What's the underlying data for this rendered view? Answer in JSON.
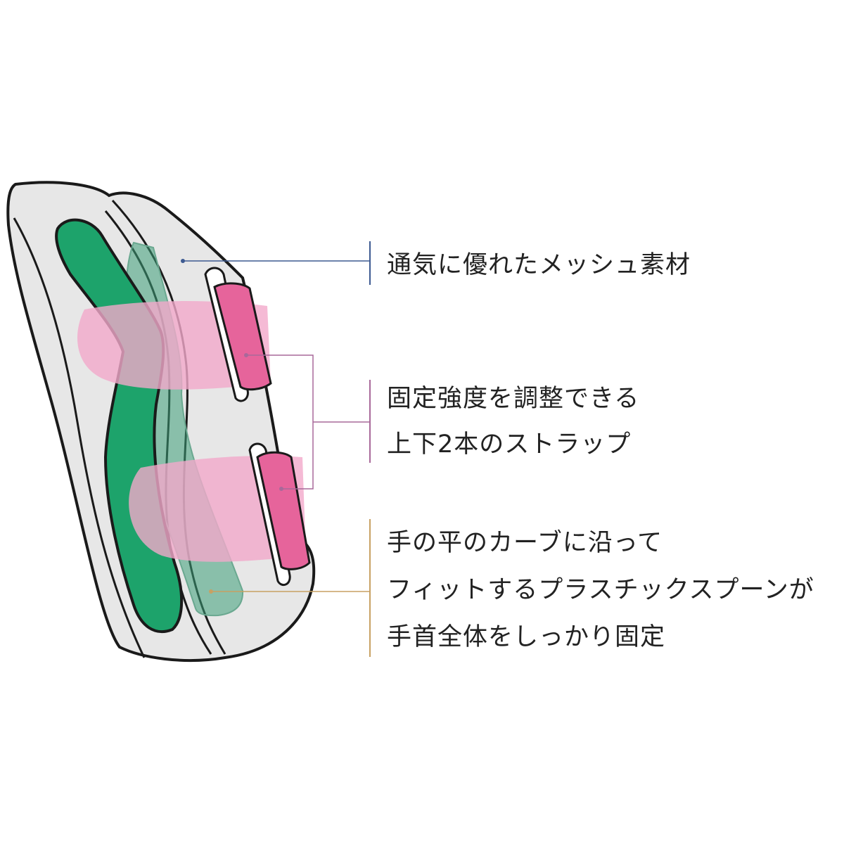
{
  "colors": {
    "mesh": "#e7e7e7",
    "outline": "#1a1a1a",
    "splint_green": "#1da36b",
    "strap_pink": "#f2a9cb",
    "tab_pink": "#e6649b",
    "mesh_line": "#3d5a91",
    "strap_line": "#a8699a",
    "spoon_line": "#c8a163"
  },
  "callouts": [
    {
      "id": "mesh",
      "lines": [
        "通気に優れたメッシュ素材"
      ]
    },
    {
      "id": "straps",
      "lines": [
        "固定強度を調整できる",
        "上下2本のストラップ"
      ]
    },
    {
      "id": "spoon",
      "lines": [
        "手の平のカーブに沿って",
        "フィットするプラスチックスプーンが",
        "手首全体をしっかり固定"
      ]
    }
  ]
}
